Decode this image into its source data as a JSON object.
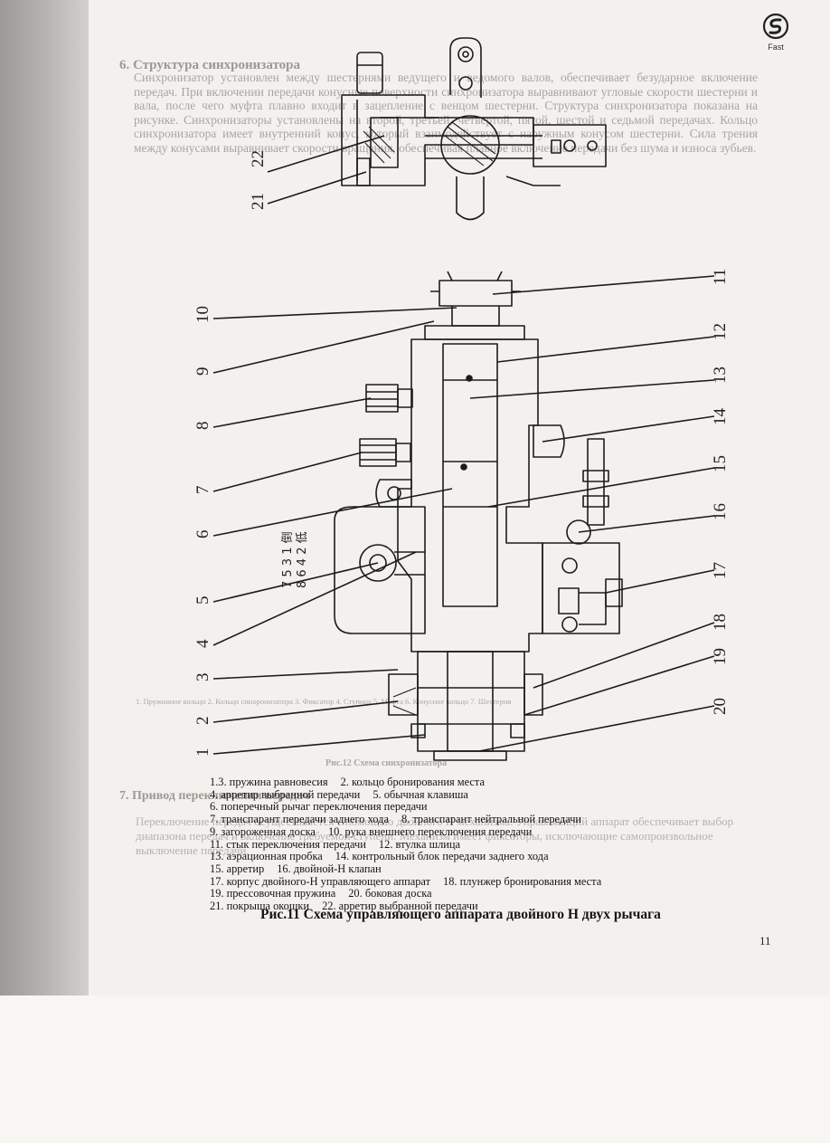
{
  "brand": {
    "logo_text": "Fast"
  },
  "background_text": {
    "heading": "6. Структура синхронизатора",
    "paragraph": "Синхронизатор установлен между шестернями ведущего и ведомого валов, обеспечивает безударное включение передач. При включении передачи конусные поверхности синхронизатора выравнивают угловые скорости шестерни и вала, после чего муфта плавно входит в зацепление с венцом шестерни. Структура синхронизатора показана на рисунке. Синхронизаторы установлены на второй, третьей, четвертой, пятой, шестой и седьмой передачах. Кольцо синхронизатора имеет внутренний конус, который взаимодействует с наружным конусом шестерни. Сила трения между конусами выравнивает скорости вращения, обеспечивая плавное включение передачи без шума и износа зубьев.",
    "small_lines": "1. Пружинное кольцо 2. Кольцо синхронизатора 3. Фиксатор 4. Ступица 5. Муфта 6. Конусное кольцо 7. Шестерня",
    "caption2": "Рис.12 Схема синхронизатора",
    "heading2": "7. Привод переключения передач",
    "paragraph2": "Переключение передач осуществляется с помощью двойного H механизма. Управляющий аппарат обеспечивает выбор диапазона передач и включение требуемой ступени. Механизм имеет фиксаторы, исключающие самопроизвольное выключение передачи."
  },
  "figure": {
    "callouts_left": [
      "10",
      "9",
      "8",
      "7",
      "6",
      "5",
      "4",
      "3",
      "2",
      "1"
    ],
    "callouts_right": [
      "11",
      "12",
      "13",
      "14",
      "15",
      "16",
      "17",
      "18",
      "19",
      "20"
    ],
    "callouts_top": [
      "22",
      "21"
    ],
    "gear_pattern": {
      "top": "7 5 3 1 倒",
      "bottom": "8 6 4 2 低"
    }
  },
  "legend": {
    "lines": [
      [
        "1.3. пружина равновесия",
        "2. кольцо бронирования места"
      ],
      [
        "4. арретир выбранной передачи",
        "5. обычная клавиша"
      ],
      [
        "6. поперечный рычаг переключения передачи"
      ],
      [
        "7. транспарант передачи заднего хода",
        "8. транспарант нейтральной передачи"
      ],
      [
        "9. загороженная доска",
        "10. рука внешнего переключения передачи"
      ],
      [
        "11. стык переключения передачи",
        "12. втулка шлица"
      ],
      [
        "13. аэрационная пробка",
        "14. контрольный блок передачи заднего хода"
      ],
      [
        "15. арретир",
        "16. двойной-Н клапан"
      ],
      [
        "17. корпус двойного-Н управляющего аппарат",
        "18. плунжер бронирования места"
      ],
      [
        "19. прессовочная пружина",
        "20. боковая доска"
      ],
      [
        "21. покрыша окошки",
        "22. арретир выбранной передачи"
      ]
    ]
  },
  "caption": "Рис.11  Схема  управляющего  аппарата  двойного  Н  двух  рычага",
  "page_number": "11",
  "colors": {
    "ink": "#141414",
    "paper": "#f3f1ed",
    "scan_edge": "#a9a7a3"
  }
}
